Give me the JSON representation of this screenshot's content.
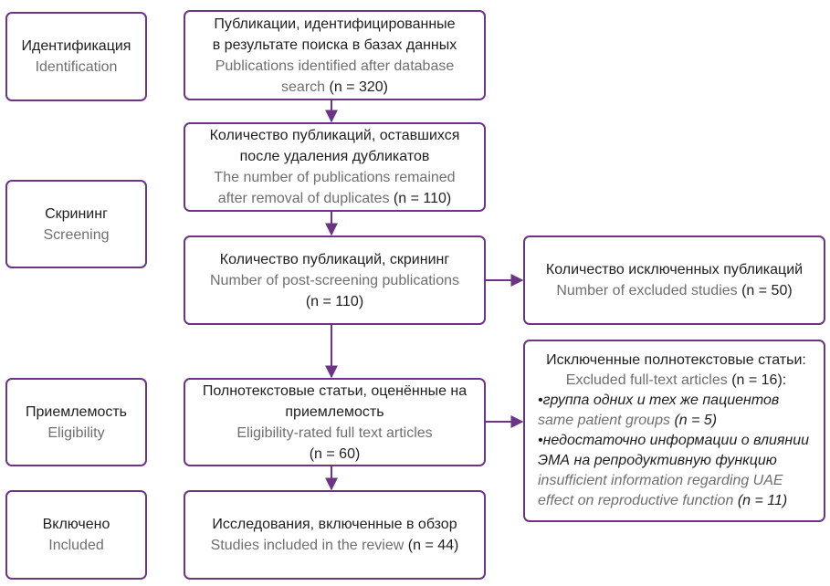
{
  "colors": {
    "border": "#6b3583",
    "arrow": "#6b3583",
    "text_ru": "#1f1f1f",
    "text_en": "#6f6f6f"
  },
  "stages": {
    "identification": {
      "ru": "Идентификация",
      "en": "Identification"
    },
    "screening": {
      "ru": "Скрининг",
      "en": "Screening"
    },
    "eligibility": {
      "ru": "Приемлемость",
      "en": "Eligibility"
    },
    "included": {
      "ru": "Включено",
      "en": "Included"
    }
  },
  "boxes": {
    "identified": {
      "ru_line1": "Публикации, идентифицированные",
      "ru_line2": "в результате поиска в базах данных",
      "en_line1": "Publications identified after database",
      "en_line2": "search",
      "count": "(n = 320)"
    },
    "after_duplicates": {
      "ru_line1": "Количество публикаций, оставшихся",
      "ru_line2": "после удаления дубликатов",
      "en_line1": "The number of publications remained",
      "en_line2": "after removal of duplicates",
      "count": "(n = 110)"
    },
    "screened": {
      "ru_line1": "Количество публикаций, скрининг",
      "en_line1": "Number of post-screening publications",
      "count": "(n = 110)"
    },
    "excluded_studies": {
      "ru_line1": "Количество исключенных публикаций",
      "en_line1": "Number of excluded studies",
      "count": "(n = 50)"
    },
    "full_text": {
      "ru_line1": "Полнотекстовые статьи, оценённые на",
      "ru_line2": "приемлемость",
      "en_line1": "Eligibility-rated full text articles",
      "count": "(n = 60)"
    },
    "excluded_full_text": {
      "ru_title": "Исключенные полнотекстовые статьи:",
      "en_title": "Excluded full-text articles",
      "count": "(n = 16):",
      "reason1_ru": "•группа одних и тех же пациентов",
      "reason1_en": "same patient groups",
      "reason1_count": "(n = 5)",
      "reason2_ru_line1": "•недостаточно информации о влиянии",
      "reason2_ru_line2": "ЭМА на репродуктивную функцию",
      "reason2_en_line1": "insufficient information regarding UAE",
      "reason2_en_line2": "effect on reproductive function",
      "reason2_count": "(n = 11)"
    },
    "included_review": {
      "ru_line1": "Исследования, включенные в обзор",
      "en_line1": "Studies included in the review",
      "count": "(n = 44)"
    }
  }
}
